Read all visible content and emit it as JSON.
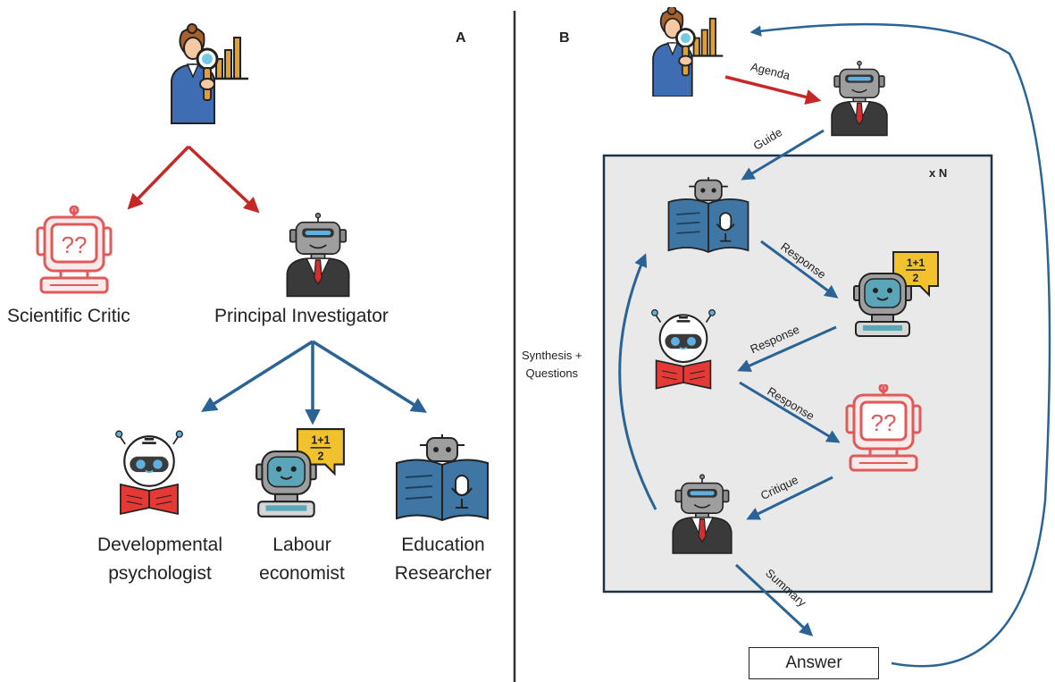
{
  "panels": {
    "a_letter": "A",
    "b_letter": "B"
  },
  "panel_a": {
    "scientific_critic": "Scientific Critic",
    "principal_investigator": "Principal Investigator",
    "dev_psych_line1": "Developmental",
    "dev_psych_line2": "psychologist",
    "labour_line1": "Labour",
    "labour_line2": "economist",
    "edu_line1": "Education",
    "edu_line2": "Researcher"
  },
  "panel_b": {
    "agenda": "Agenda",
    "guide": "Guide",
    "loop_label": "x N",
    "response_1": "Response",
    "response_2": "Response",
    "response_3": "Response",
    "critique": "Critique",
    "synthesis_line1": "Synthesis +",
    "synthesis_line2": "Questions",
    "summary": "Summary",
    "answer": "Answer"
  },
  "colors": {
    "red_arrow": "#c62828",
    "blue_arrow": "#2a6496",
    "loop_bg": "#e9e9e9",
    "loop_border": "#1f3347",
    "critic_red": "#e05a5a"
  },
  "icons": {
    "human": "researcher-with-magnifier-icon",
    "pi": "robot-in-suit-icon",
    "critic": "confused-robot-monitor-icon",
    "dev_psych": "reading-robot-icon",
    "labour": "math-robot-icon",
    "edu": "book-robot-icon"
  }
}
